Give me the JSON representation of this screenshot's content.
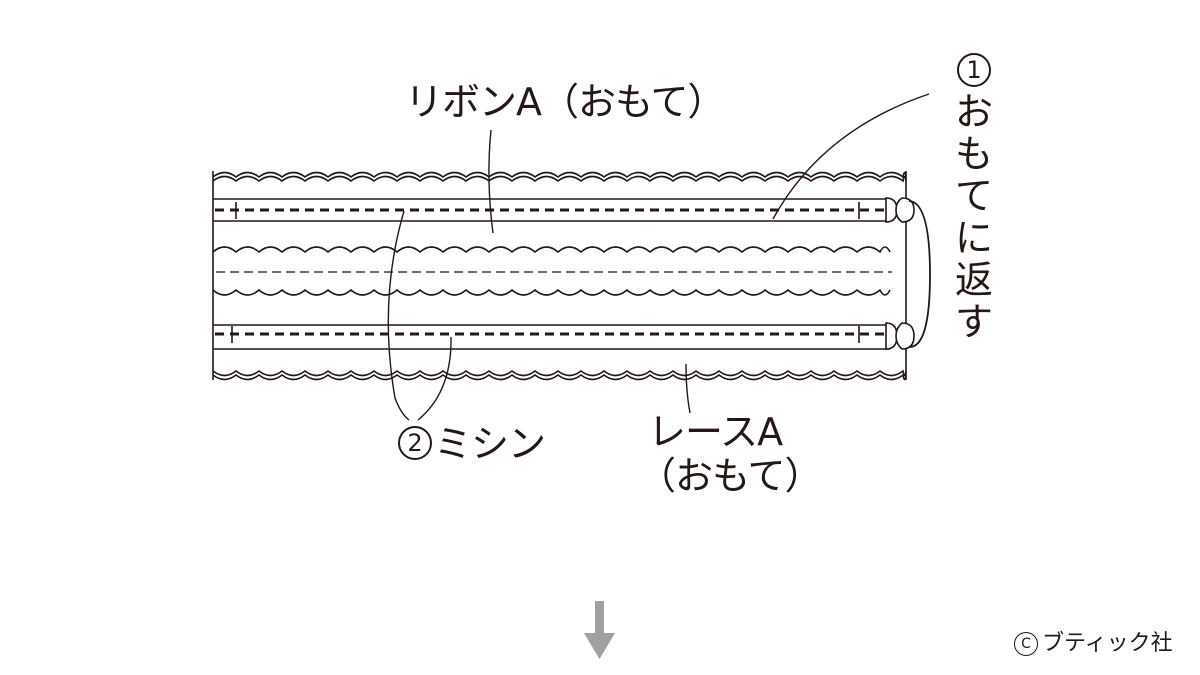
{
  "labels": {
    "ribbon_a": "リボンA（おもて）",
    "lace_a_line1": "レースA",
    "lace_a_line2": "（おもて）",
    "sewing_num": "2",
    "sewing_text": "ミシン",
    "turn_num": "1",
    "turn_text": [
      "お",
      "も",
      "て",
      "に",
      "返",
      "す"
    ]
  },
  "copyright": {
    "symbol": "C",
    "text": "ブティック社"
  },
  "icons": [
    "down-arrow-icon",
    "copyright-icon"
  ],
  "colors": {
    "ink": "#231815",
    "arrow": "#9fa0a0"
  }
}
